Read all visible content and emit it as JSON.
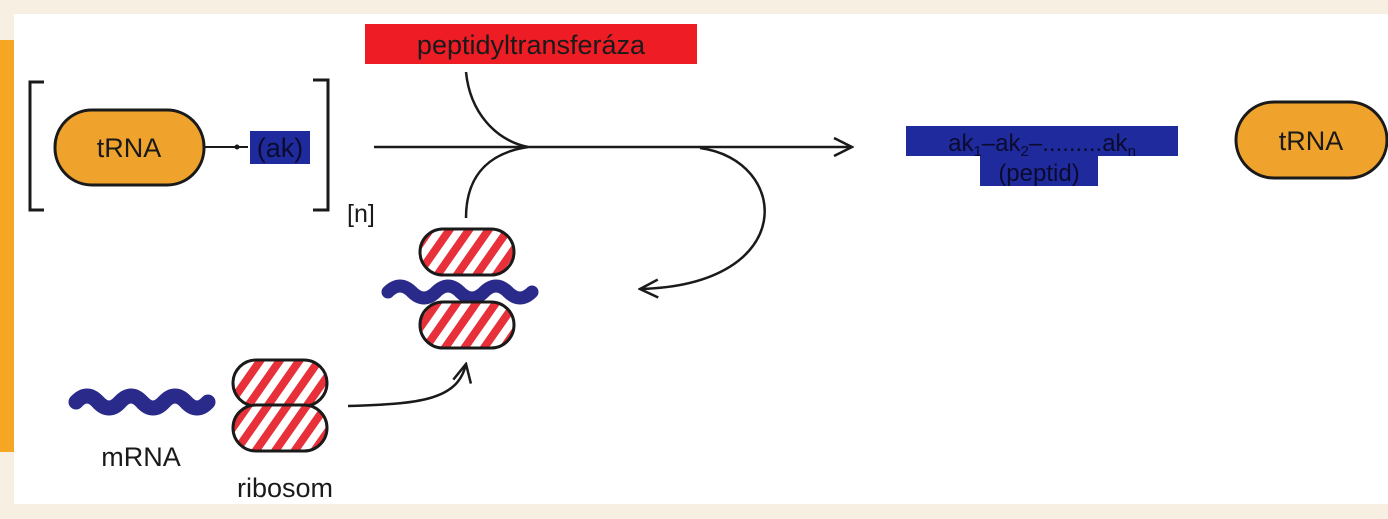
{
  "labels": {
    "enzyme": "peptidyltransferáza",
    "trna_left": "tRNA",
    "amino_acid": "(ak)",
    "repeat_count": "[n]",
    "mrna": "mRNA",
    "ribosome": "ribosom",
    "trna_right": "tRNA"
  },
  "product": {
    "p1": "ak",
    "s1": "1",
    "p2": "–ak",
    "s2": "2",
    "p3": "–.........ak",
    "sn": "n",
    "line2": "(peptid)"
  },
  "colors": {
    "background": "#f6efe2",
    "panel": "#ffffff",
    "accent_orange": "#f5a623",
    "trna_fill": "#f0a32c",
    "amino_acid_box": "#1f2a9c",
    "enzyme_box": "#ee1c25",
    "mrna": "#2a2a8a",
    "ribosome_stripe": "#e8303a",
    "line": "#1a1a1a"
  }
}
